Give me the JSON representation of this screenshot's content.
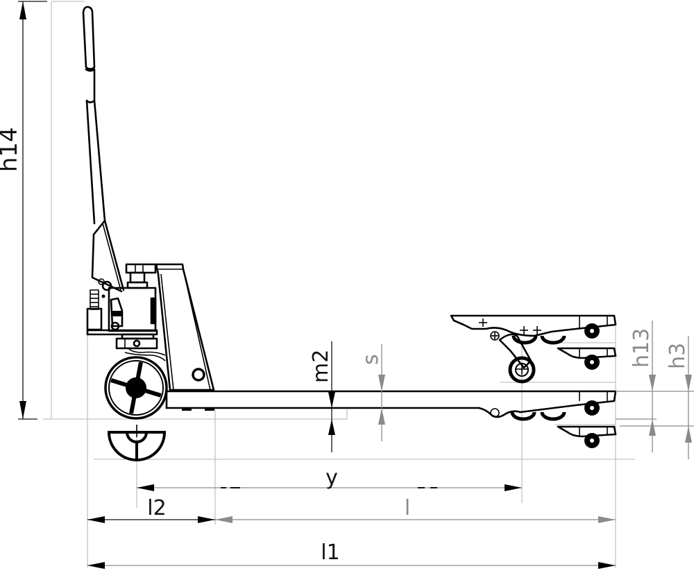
{
  "drawing": {
    "title": "Pallet truck side view – dimension drawing",
    "colors": {
      "object_line": "#000000",
      "dimension_line_primary": "#111111",
      "dimension_line_secondary": "#8a8a8a",
      "extension_line": "#c4c4c4",
      "background": "#ffffff"
    },
    "dimensions": {
      "h14": {
        "label": "h14",
        "meaning": "overall height to top of handle",
        "orientation": "vertical"
      },
      "m2": {
        "label": "m2",
        "meaning": "ground clearance under forks",
        "orientation": "vertical"
      },
      "s": {
        "label": "s",
        "meaning": "fork thickness",
        "orientation": "vertical"
      },
      "h13": {
        "label": "h13",
        "meaning": "lowered fork height",
        "orientation": "vertical"
      },
      "h3": {
        "label": "h3",
        "meaning": "lift height",
        "orientation": "vertical"
      },
      "y": {
        "label": "y",
        "meaning": "wheelbase",
        "orientation": "horizontal"
      },
      "l2": {
        "label": "l2",
        "meaning": "length to fork face",
        "orientation": "horizontal"
      },
      "l": {
        "label": "l",
        "meaning": "fork length",
        "orientation": "horizontal"
      },
      "l1": {
        "label": "l1",
        "meaning": "overall length",
        "orientation": "horizontal"
      }
    },
    "components": [
      "tiller-handle",
      "hydraulic-pump-unit",
      "chassis-frame",
      "steer-wheel",
      "fork",
      "tandem-load-rollers",
      "steer-wheel-top-view-symbol"
    ]
  }
}
